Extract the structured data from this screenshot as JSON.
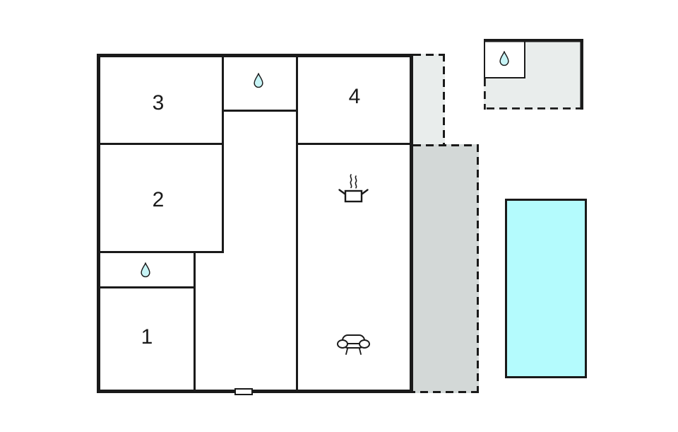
{
  "plan": {
    "title": "floor-plan",
    "colors": {
      "ink": "#1a1a1a",
      "area_light": "#e9edec",
      "area_dark": "#d3d8d7",
      "pool_water": "#b4fbfd",
      "drop_fill": "#c7f4f6",
      "background": "#ffffff"
    },
    "rooms": [
      {
        "label": "1"
      },
      {
        "label": "2"
      },
      {
        "label": "3"
      },
      {
        "label": "4"
      }
    ],
    "icons": {
      "water_drop": "water-drop",
      "cooking_pot": "cooking-pot",
      "sofa": "sofa",
      "door": "door"
    },
    "areas": {
      "main_building": "main-building",
      "annex": "annex-building",
      "terrace_small": "terrace-small",
      "terrace_large": "terrace-large",
      "pool": "swimming-pool"
    }
  }
}
